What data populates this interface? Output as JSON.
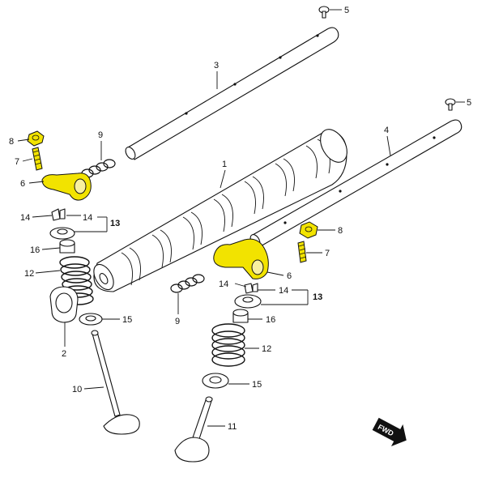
{
  "colors": {
    "highlight": "#f2e300",
    "ink": "#111111",
    "paper": "#ffffff"
  },
  "callouts": {
    "c1": "1",
    "c2": "2",
    "c3": "3",
    "c4": "4",
    "c5a": "5",
    "c5b": "5",
    "c6a": "6",
    "c6b": "6",
    "c7a": "7",
    "c7b": "7",
    "c8a": "8",
    "c8b": "8",
    "c9a": "9",
    "c9b": "9",
    "c10": "10",
    "c11": "11",
    "c12a": "12",
    "c12b": "12",
    "c13a": "13",
    "c13b": "13",
    "c14a": "14",
    "c14b": "14",
    "c14c": "14",
    "c14d": "14",
    "c15a": "15",
    "c15b": "15",
    "c16a": "16",
    "c16b": "16"
  },
  "direction_badge": "FWD"
}
